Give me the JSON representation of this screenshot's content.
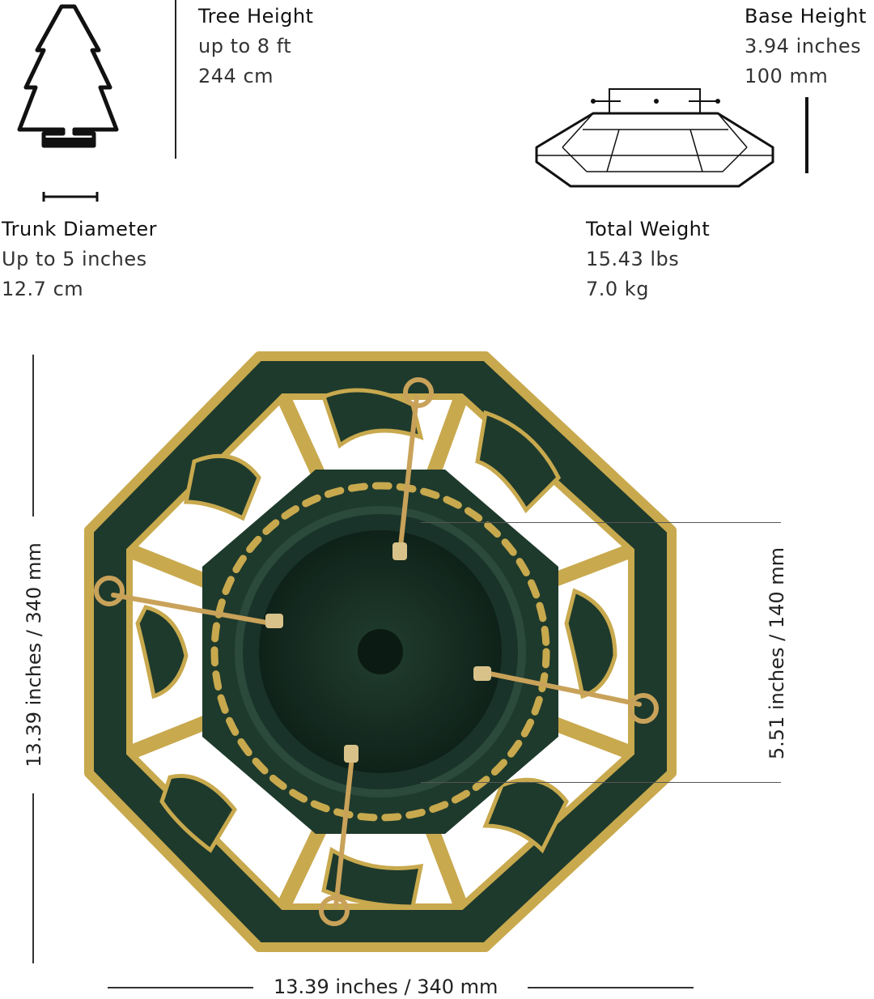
{
  "tree_height": {
    "label": "Tree Height",
    "value1": "up to 8 ft",
    "value2": "244 cm"
  },
  "base_height": {
    "label": "Base Height",
    "value1": "3.94 inches",
    "value2": "100 mm"
  },
  "trunk_diameter": {
    "label": "Trunk Diameter",
    "value1": "Up to 5 inches",
    "value2": "12.7 cm"
  },
  "total_weight": {
    "label": "Total Weight",
    "value1": "15.43 lbs",
    "value2": "7.0 kg"
  },
  "dimensions": {
    "height": "13.39 inches / 340 mm",
    "width": "13.39 inches / 340 mm",
    "inner": "5.51 inches / 140 mm"
  },
  "icons": {
    "tree": "tree-outline-icon",
    "base_profile": "stand-profile-icon"
  },
  "colors": {
    "stand_green": "#1e3a2c",
    "stand_gold": "#c8a94e",
    "line": "#222222"
  }
}
